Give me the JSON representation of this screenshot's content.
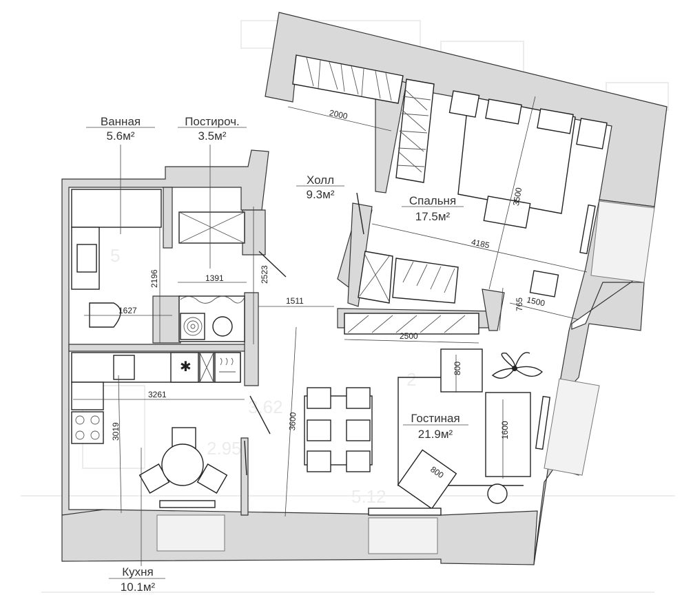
{
  "rooms": {
    "bath": {
      "name": "Ванная",
      "area": "5.6м²"
    },
    "laundry": {
      "name": "Постироч.",
      "area": "3.5м²"
    },
    "hall": {
      "name": "Холл",
      "area": "9.3м²"
    },
    "bedroom": {
      "name": "Спальня",
      "area": "17.5м²"
    },
    "living": {
      "name": "Гостиная",
      "area": "21.9м²"
    },
    "kitchen": {
      "name": "Кухня",
      "area": "10.1м²"
    }
  },
  "dimensions": {
    "wardrobe_top": "2000",
    "bed_height": "3500",
    "bedroom_width": "4185",
    "bath_height": "2196",
    "bath_width": "1627",
    "laundry_width": "1391",
    "laundry_height": "2523",
    "hall_width": "1511",
    "desk_width": "1500",
    "desk_depth": "765",
    "living_storage": "2500",
    "living_height": "3600",
    "armchair_top": "800",
    "armchair_bottom": "800",
    "sofa": "1600",
    "kitchen_width": "3261",
    "kitchen_height": "3019"
  },
  "icons": {
    "fan": "star-icon",
    "hob": "steam-icon",
    "washer": "spiral-icon"
  }
}
